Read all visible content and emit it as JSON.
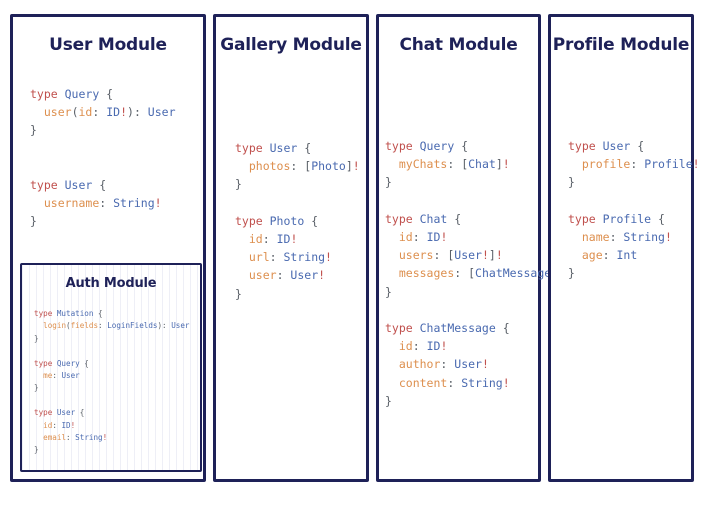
{
  "document": {
    "kind": "graphql-schema-module-diagram",
    "background": "#ffffff",
    "panel_count": 4
  },
  "theme": {
    "border_color": "#1e2158",
    "title_color": "#1e2158",
    "keyword_color": "#c0504d",
    "typename_color": "#4a6ab0",
    "field_color": "#dd8f4e",
    "punctuation_color": "#5a6068",
    "page_background": "#ffffff",
    "panel_background": "#ffffff"
  },
  "panels": [
    {
      "id": "user",
      "title": "User Module",
      "code_lines": [
        [
          {
            "t": "type ",
            "c": "kw"
          },
          {
            "t": "Query",
            "c": "tn"
          },
          {
            "t": " {",
            "c": "pn"
          }
        ],
        [
          {
            "t": "  ",
            "c": "pn"
          },
          {
            "t": "user",
            "c": "fd"
          },
          {
            "t": "(",
            "c": "pn"
          },
          {
            "t": "id",
            "c": "fd"
          },
          {
            "t": ": ",
            "c": "pn"
          },
          {
            "t": "ID",
            "c": "tn"
          },
          {
            "t": "!",
            "c": "bang"
          },
          {
            "t": "): ",
            "c": "pn"
          },
          {
            "t": "User",
            "c": "tn"
          }
        ],
        [
          {
            "t": "}",
            "c": "pn"
          }
        ],
        [
          {
            "t": "",
            "c": "pn"
          }
        ],
        [
          {
            "t": "",
            "c": "pn"
          }
        ],
        [
          {
            "t": "type ",
            "c": "kw"
          },
          {
            "t": "User",
            "c": "tn"
          },
          {
            "t": " {",
            "c": "pn"
          }
        ],
        [
          {
            "t": "  ",
            "c": "pn"
          },
          {
            "t": "username",
            "c": "fd"
          },
          {
            "t": ": ",
            "c": "pn"
          },
          {
            "t": "String",
            "c": "tn"
          },
          {
            "t": "!",
            "c": "bang"
          }
        ],
        [
          {
            "t": "}",
            "c": "pn"
          }
        ]
      ],
      "subpanel": {
        "id": "auth",
        "title": "Auth Module",
        "code_lines": [
          [
            {
              "t": "type ",
              "c": "kw"
            },
            {
              "t": "Mutation",
              "c": "tn"
            },
            {
              "t": " {",
              "c": "pn"
            }
          ],
          [
            {
              "t": "  ",
              "c": "pn"
            },
            {
              "t": "login",
              "c": "fd"
            },
            {
              "t": "(",
              "c": "pn"
            },
            {
              "t": "fields",
              "c": "fd"
            },
            {
              "t": ": ",
              "c": "pn"
            },
            {
              "t": "LoginFields",
              "c": "tn"
            },
            {
              "t": "): ",
              "c": "pn"
            },
            {
              "t": "User",
              "c": "tn"
            }
          ],
          [
            {
              "t": "}",
              "c": "pn"
            }
          ],
          [
            {
              "t": "",
              "c": "pn"
            }
          ],
          [
            {
              "t": "type ",
              "c": "kw"
            },
            {
              "t": "Query",
              "c": "tn"
            },
            {
              "t": " {",
              "c": "pn"
            }
          ],
          [
            {
              "t": "  ",
              "c": "pn"
            },
            {
              "t": "me",
              "c": "fd"
            },
            {
              "t": ": ",
              "c": "pn"
            },
            {
              "t": "User",
              "c": "tn"
            }
          ],
          [
            {
              "t": "}",
              "c": "pn"
            }
          ],
          [
            {
              "t": "",
              "c": "pn"
            }
          ],
          [
            {
              "t": "type ",
              "c": "kw"
            },
            {
              "t": "User",
              "c": "tn"
            },
            {
              "t": " {",
              "c": "pn"
            }
          ],
          [
            {
              "t": "  ",
              "c": "pn"
            },
            {
              "t": "id",
              "c": "fd"
            },
            {
              "t": ": ",
              "c": "pn"
            },
            {
              "t": "ID",
              "c": "tn"
            },
            {
              "t": "!",
              "c": "bang"
            }
          ],
          [
            {
              "t": "  ",
              "c": "pn"
            },
            {
              "t": "email",
              "c": "fd"
            },
            {
              "t": ": ",
              "c": "pn"
            },
            {
              "t": "String",
              "c": "tn"
            },
            {
              "t": "!",
              "c": "bang"
            }
          ],
          [
            {
              "t": "}",
              "c": "pn"
            }
          ]
        ]
      }
    },
    {
      "id": "gallery",
      "title": "Gallery Module",
      "code_lines": [
        [
          {
            "t": "type ",
            "c": "kw"
          },
          {
            "t": "User",
            "c": "tn"
          },
          {
            "t": " {",
            "c": "pn"
          }
        ],
        [
          {
            "t": "  ",
            "c": "pn"
          },
          {
            "t": "photos",
            "c": "fd"
          },
          {
            "t": ": ",
            "c": "pn"
          },
          {
            "t": "[",
            "c": "pn"
          },
          {
            "t": "Photo",
            "c": "tn"
          },
          {
            "t": "]",
            "c": "pn"
          },
          {
            "t": "!",
            "c": "bang"
          }
        ],
        [
          {
            "t": "}",
            "c": "pn"
          }
        ],
        [
          {
            "t": "",
            "c": "pn"
          }
        ],
        [
          {
            "t": "type ",
            "c": "kw"
          },
          {
            "t": "Photo",
            "c": "tn"
          },
          {
            "t": " {",
            "c": "pn"
          }
        ],
        [
          {
            "t": "  ",
            "c": "pn"
          },
          {
            "t": "id",
            "c": "fd"
          },
          {
            "t": ": ",
            "c": "pn"
          },
          {
            "t": "ID",
            "c": "tn"
          },
          {
            "t": "!",
            "c": "bang"
          }
        ],
        [
          {
            "t": "  ",
            "c": "pn"
          },
          {
            "t": "url",
            "c": "fd"
          },
          {
            "t": ": ",
            "c": "pn"
          },
          {
            "t": "String",
            "c": "tn"
          },
          {
            "t": "!",
            "c": "bang"
          }
        ],
        [
          {
            "t": "  ",
            "c": "pn"
          },
          {
            "t": "user",
            "c": "fd"
          },
          {
            "t": ": ",
            "c": "pn"
          },
          {
            "t": "User",
            "c": "tn"
          },
          {
            "t": "!",
            "c": "bang"
          }
        ],
        [
          {
            "t": "}",
            "c": "pn"
          }
        ]
      ]
    },
    {
      "id": "chat",
      "title": "Chat Module",
      "code_lines": [
        [
          {
            "t": "type ",
            "c": "kw"
          },
          {
            "t": "Query",
            "c": "tn"
          },
          {
            "t": " {",
            "c": "pn"
          }
        ],
        [
          {
            "t": "  ",
            "c": "pn"
          },
          {
            "t": "myChats",
            "c": "fd"
          },
          {
            "t": ": ",
            "c": "pn"
          },
          {
            "t": "[",
            "c": "pn"
          },
          {
            "t": "Chat",
            "c": "tn"
          },
          {
            "t": "]",
            "c": "pn"
          },
          {
            "t": "!",
            "c": "bang"
          }
        ],
        [
          {
            "t": "}",
            "c": "pn"
          }
        ],
        [
          {
            "t": "",
            "c": "pn"
          }
        ],
        [
          {
            "t": "type ",
            "c": "kw"
          },
          {
            "t": "Chat",
            "c": "tn"
          },
          {
            "t": " {",
            "c": "pn"
          }
        ],
        [
          {
            "t": "  ",
            "c": "pn"
          },
          {
            "t": "id",
            "c": "fd"
          },
          {
            "t": ": ",
            "c": "pn"
          },
          {
            "t": "ID",
            "c": "tn"
          },
          {
            "t": "!",
            "c": "bang"
          }
        ],
        [
          {
            "t": "  ",
            "c": "pn"
          },
          {
            "t": "users",
            "c": "fd"
          },
          {
            "t": ": ",
            "c": "pn"
          },
          {
            "t": "[",
            "c": "pn"
          },
          {
            "t": "User",
            "c": "tn"
          },
          {
            "t": "!",
            "c": "bang"
          },
          {
            "t": "]",
            "c": "pn"
          },
          {
            "t": "!",
            "c": "bang"
          }
        ],
        [
          {
            "t": "  ",
            "c": "pn"
          },
          {
            "t": "messages",
            "c": "fd"
          },
          {
            "t": ": ",
            "c": "pn"
          },
          {
            "t": "[",
            "c": "pn"
          },
          {
            "t": "ChatMessage",
            "c": "tn"
          },
          {
            "t": "]",
            "c": "pn"
          },
          {
            "t": "!",
            "c": "bang"
          }
        ],
        [
          {
            "t": "}",
            "c": "pn"
          }
        ],
        [
          {
            "t": "",
            "c": "pn"
          }
        ],
        [
          {
            "t": "type ",
            "c": "kw"
          },
          {
            "t": "ChatMessage",
            "c": "tn"
          },
          {
            "t": " {",
            "c": "pn"
          }
        ],
        [
          {
            "t": "  ",
            "c": "pn"
          },
          {
            "t": "id",
            "c": "fd"
          },
          {
            "t": ": ",
            "c": "pn"
          },
          {
            "t": "ID",
            "c": "tn"
          },
          {
            "t": "!",
            "c": "bang"
          }
        ],
        [
          {
            "t": "  ",
            "c": "pn"
          },
          {
            "t": "author",
            "c": "fd"
          },
          {
            "t": ": ",
            "c": "pn"
          },
          {
            "t": "User",
            "c": "tn"
          },
          {
            "t": "!",
            "c": "bang"
          }
        ],
        [
          {
            "t": "  ",
            "c": "pn"
          },
          {
            "t": "content",
            "c": "fd"
          },
          {
            "t": ": ",
            "c": "pn"
          },
          {
            "t": "String",
            "c": "tn"
          },
          {
            "t": "!",
            "c": "bang"
          }
        ],
        [
          {
            "t": "}",
            "c": "pn"
          }
        ]
      ]
    },
    {
      "id": "profile",
      "title": "Profile Module",
      "code_lines": [
        [
          {
            "t": "type ",
            "c": "kw"
          },
          {
            "t": "User",
            "c": "tn"
          },
          {
            "t": " {",
            "c": "pn"
          }
        ],
        [
          {
            "t": "  ",
            "c": "pn"
          },
          {
            "t": "profile",
            "c": "fd"
          },
          {
            "t": ": ",
            "c": "pn"
          },
          {
            "t": "Profile",
            "c": "tn"
          },
          {
            "t": "!",
            "c": "bang"
          }
        ],
        [
          {
            "t": "}",
            "c": "pn"
          }
        ],
        [
          {
            "t": "",
            "c": "pn"
          }
        ],
        [
          {
            "t": "type ",
            "c": "kw"
          },
          {
            "t": "Profile",
            "c": "tn"
          },
          {
            "t": " {",
            "c": "pn"
          }
        ],
        [
          {
            "t": "  ",
            "c": "pn"
          },
          {
            "t": "name",
            "c": "fd"
          },
          {
            "t": ": ",
            "c": "pn"
          },
          {
            "t": "String",
            "c": "tn"
          },
          {
            "t": "!",
            "c": "bang"
          }
        ],
        [
          {
            "t": "  ",
            "c": "pn"
          },
          {
            "t": "age",
            "c": "fd"
          },
          {
            "t": ": ",
            "c": "pn"
          },
          {
            "t": "Int",
            "c": "tn"
          }
        ],
        [
          {
            "t": "}",
            "c": "pn"
          }
        ]
      ]
    }
  ]
}
